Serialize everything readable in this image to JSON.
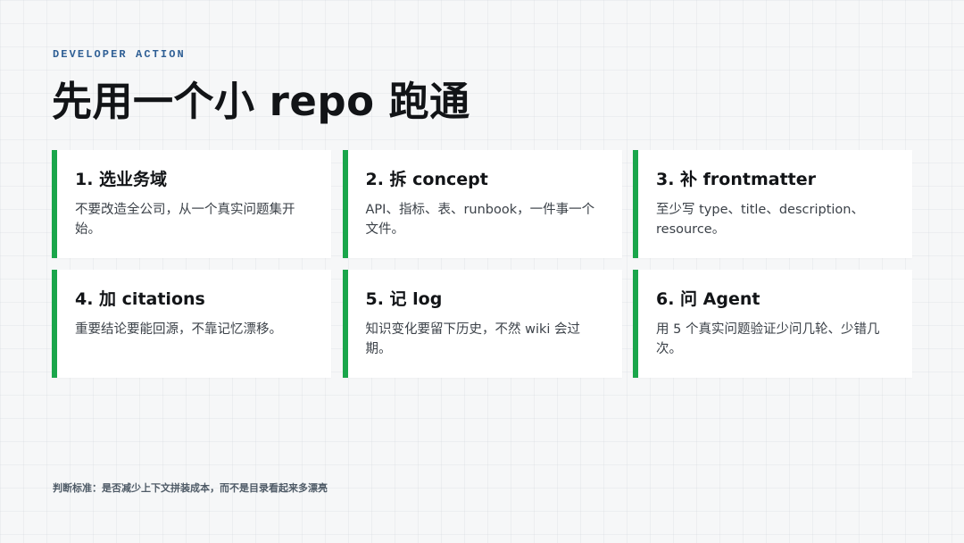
{
  "slide": {
    "eyebrow": "DEVELOPER ACTION",
    "title": "先用一个小 repo 跑通",
    "cards": [
      {
        "title": "1. 选业务域",
        "desc": "不要改造全公司，从一个真实问题集开始。"
      },
      {
        "title": "2. 拆 concept",
        "desc": "API、指标、表、runbook，一件事一个文件。"
      },
      {
        "title": "3. 补 frontmatter",
        "desc": "至少写 type、title、description、resource。"
      },
      {
        "title": "4. 加 citations",
        "desc": "重要结论要能回源，不靠记忆漂移。"
      },
      {
        "title": "5. 记 log",
        "desc": "知识变化要留下历史，不然 wiki 会过期。"
      },
      {
        "title": "6. 问 Agent",
        "desc": "用 5 个真实问题验证少问几轮、少错几次。"
      }
    ],
    "footnote": "判断标准：是否减少上下文拼装成本，而不是目录看起来多漂亮"
  },
  "colors": {
    "accent": "#1aa64b",
    "eyebrow": "#2f5f95",
    "background": "#f6f7f8"
  }
}
